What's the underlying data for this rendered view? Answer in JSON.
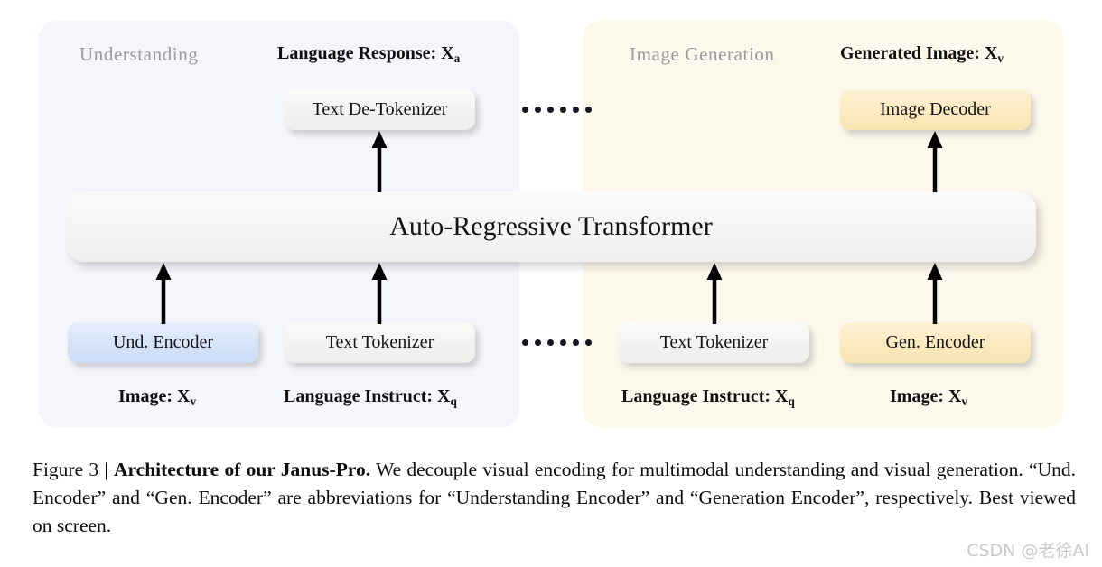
{
  "figure": {
    "panels": [
      {
        "id": "understanding",
        "title": "Understanding",
        "background": "#f4f6fc"
      },
      {
        "id": "generation",
        "title": "Image Generation",
        "background": "#fdf8ec"
      }
    ],
    "io_labels": {
      "language_response": "Language Response: X",
      "language_response_sub": "a",
      "generated_image": "Generated Image: X",
      "generated_image_sub": "v",
      "image_left": "Image: X",
      "image_left_sub": "v",
      "language_instruct_left": "Language Instruct: X",
      "language_instruct_left_sub": "q",
      "language_instruct_right": "Language Instruct: X",
      "language_instruct_right_sub": "q",
      "image_right": "Image: X",
      "image_right_sub": "v"
    },
    "nodes": {
      "text_detokenizer": "Text De-Tokenizer",
      "image_decoder": "Image Decoder",
      "transformer": "Auto-Regressive Transformer",
      "und_encoder": "Und. Encoder",
      "text_tokenizer_left": "Text Tokenizer",
      "text_tokenizer_right": "Text Tokenizer",
      "gen_encoder": "Gen. Encoder"
    },
    "colors": {
      "understanding_panel": "#f4f6fc",
      "generation_panel": "#fdf8ec",
      "und_encoder_box": "#d4e3f8",
      "gen_encoder_box": "#fbe9bd",
      "neutral_box": "#f2f2f0",
      "arrow": "#000000",
      "panel_title_text": "#9a9a9e"
    },
    "ellipsis_dot_count": 6
  },
  "caption": {
    "prefix": "Figure 3 | ",
    "bold_title": "Architecture of our Janus-Pro.",
    "body": " We decouple visual encoding for multimodal understanding and visual generation. “Und. Encoder” and “Gen. Encoder” are abbreviations for “Understanding Encoder” and “Generation Encoder”, respectively. Best viewed on screen."
  },
  "watermark": {
    "text": "CSDN @老徐AI"
  }
}
